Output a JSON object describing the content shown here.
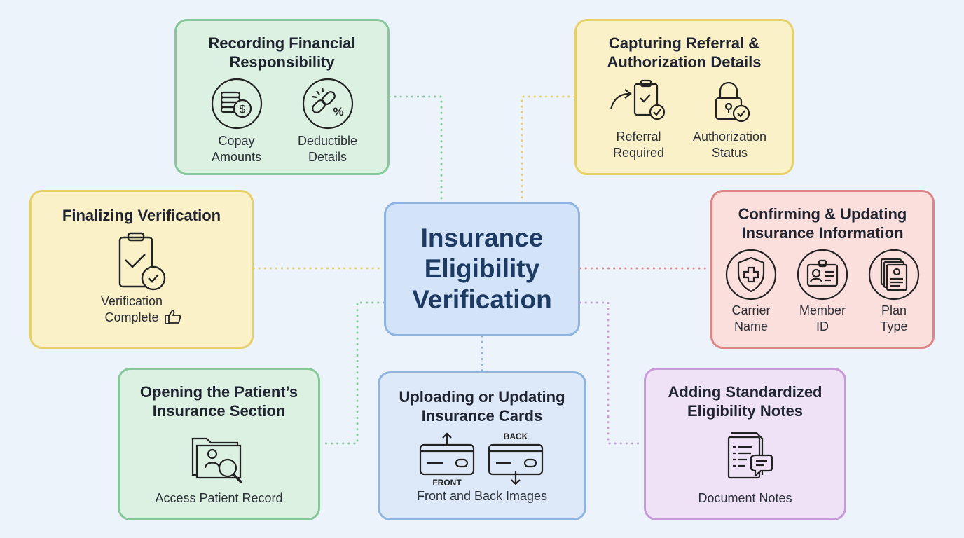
{
  "center": {
    "title": "Insurance\nEligibility\nVerification"
  },
  "cards": {
    "financial": {
      "title": "Recording Financial\nResponsibility",
      "items": [
        {
          "label": "Copay\nAmounts",
          "icon": "coins-dollar-icon"
        },
        {
          "label": "Deductible\nDetails",
          "icon": "chain-percent-icon"
        }
      ]
    },
    "referral": {
      "title": "Capturing Referral &\nAuthorization Details",
      "items": [
        {
          "label": "Referral\nRequired",
          "icon": "referral-clipboard-icon"
        },
        {
          "label": "Authorization\nStatus",
          "icon": "padlock-check-icon"
        }
      ]
    },
    "finalizing": {
      "title": "Finalizing Verification",
      "items": [
        {
          "label": "Verification\nComplete",
          "icon": "clipboard-check-icon"
        }
      ]
    },
    "confirming": {
      "title": "Confirming & Updating\nInsurance Information",
      "items": [
        {
          "label": "Carrier\nName",
          "icon": "shield-cross-icon"
        },
        {
          "label": "Member\nID",
          "icon": "id-badge-icon"
        },
        {
          "label": "Plan\nType",
          "icon": "document-stack-icon"
        }
      ]
    },
    "opening": {
      "title": "Opening the Patient’s\nInsurance Section",
      "items": [
        {
          "label": "Access Patient Record",
          "icon": "folder-search-icon"
        }
      ]
    },
    "uploading": {
      "title": "Uploading or Updating\nInsurance Cards",
      "card_front": "FRONT",
      "card_back": "BACK",
      "items": [
        {
          "label": "Front and Back Images",
          "icon": "insurance-cards-icon"
        }
      ]
    },
    "notes": {
      "title": "Adding Standardized\nEligibility Notes",
      "items": [
        {
          "label": "Document Notes",
          "icon": "document-chat-icon"
        }
      ]
    }
  },
  "colors": {
    "green": "#86c89a",
    "yellow": "#e7cf6a",
    "red": "#df8484",
    "purple": "#c79ad8",
    "blue": "#8fb4df",
    "center_text": "#1d3a63"
  }
}
